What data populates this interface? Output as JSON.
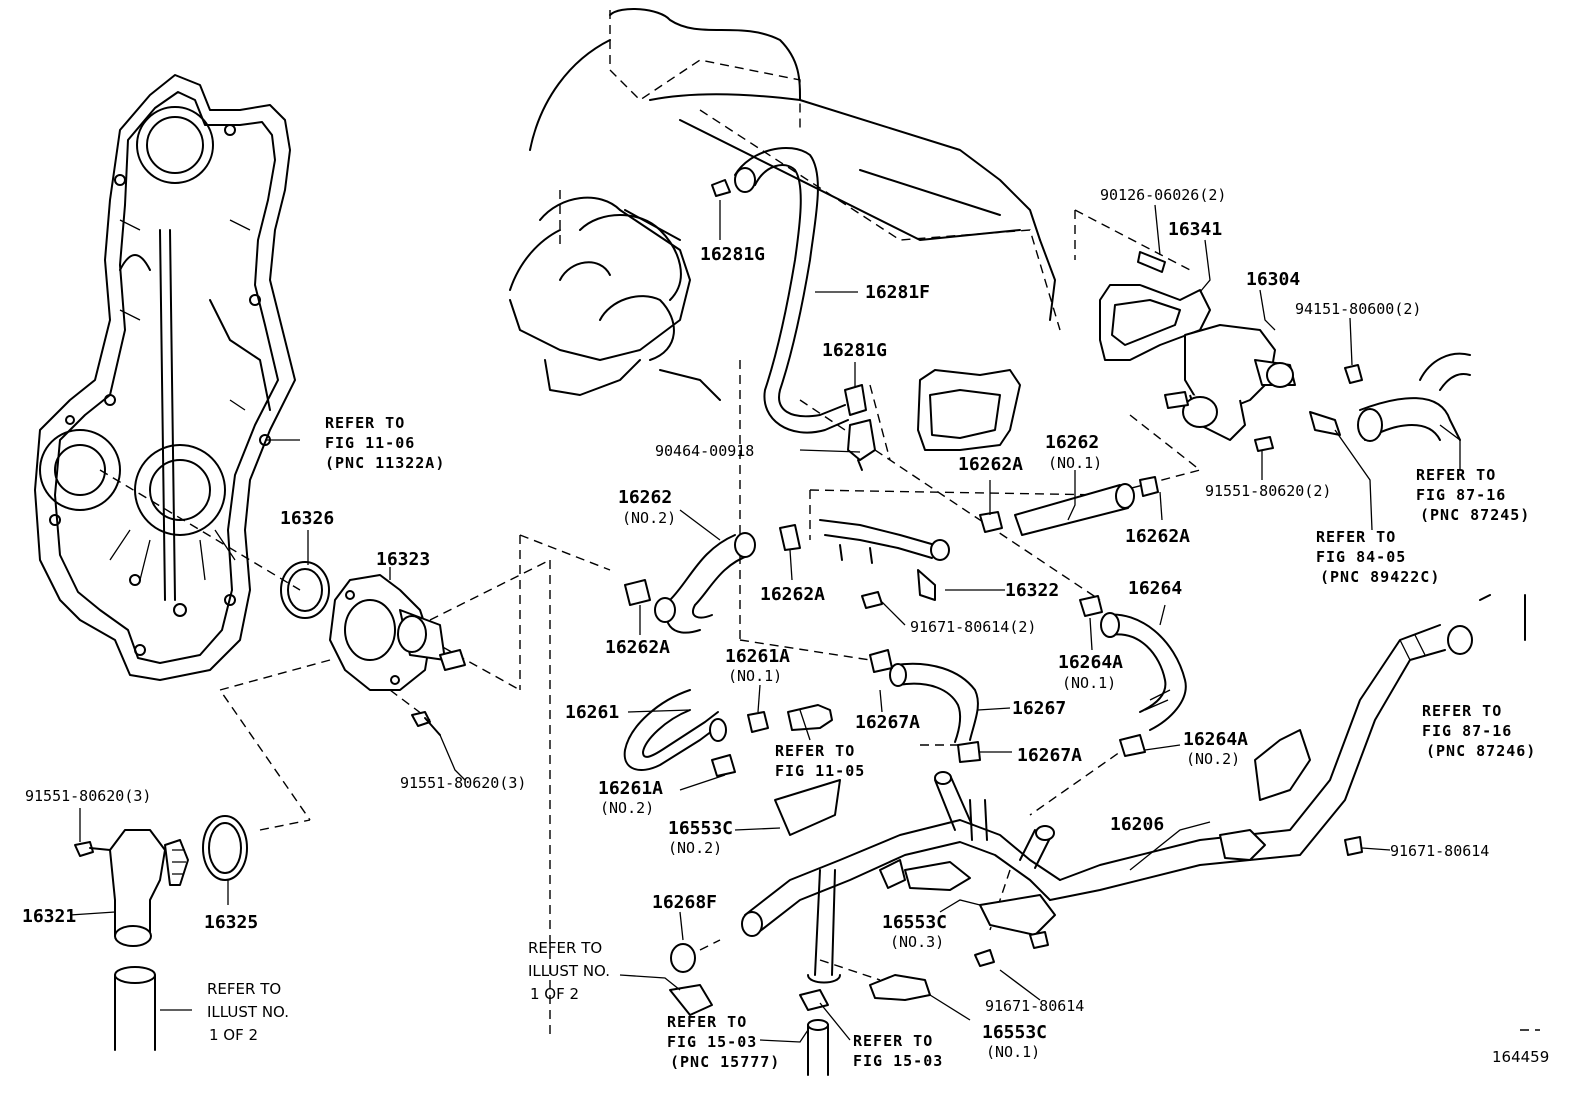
{
  "figure_id": "164459",
  "parts": {
    "p90126": "90126-06026(2)",
    "p16341": "16341",
    "p16304": "16304",
    "p94151": "94151-80600(2)",
    "p16281G_top": "16281G",
    "p16281F": "16281F",
    "p16281G_mid": "16281G",
    "p90464": "90464-00918",
    "p16262_no1": "16262",
    "p16262_no1_sub": "(NO.1)",
    "p16262A_a": "16262A",
    "p16262A_b": "16262A",
    "p91551_2": "91551-80620(2)",
    "p16262_no2": "16262",
    "p16262_no2_sub": "(NO.2)",
    "p16262A_c": "16262A",
    "p16262A_d": "16262A",
    "p16322": "16322",
    "p91671_2": "91671-80614(2)",
    "p16264": "16264",
    "p16264A_no1": "16264A",
    "p16264A_no1_sub": "(NO.1)",
    "p16326": "16326",
    "p16323": "16323",
    "p16261A_no1": "16261A",
    "p16261A_no1_sub": "(NO.1)",
    "p16261": "16261",
    "p16267": "16267",
    "p16267A_a": "16267A",
    "p16267A_b": "16267A",
    "p16264A_no2": "16264A",
    "p16264A_no2_sub": "(NO.2)",
    "p16261A_no2": "16261A",
    "p16261A_no2_sub": "(NO.2)",
    "p91551_3a": "91551-80620(3)",
    "p91551_3b": "91551-80620(3)",
    "p16206": "16206",
    "p91671_a": "91671-80614",
    "p16553C_no2": "16553C",
    "p16553C_no2_sub": "(NO.2)",
    "p16321": "16321",
    "p16325": "16325",
    "p16268F": "16268F",
    "p16553C_no3": "16553C",
    "p16553C_no3_sub": "(NO.3)",
    "p91671_b": "91671-80614",
    "p16553C_no1": "16553C",
    "p16553C_no1_sub": "(NO.1)"
  },
  "references": {
    "fig1106": [
      "REFER TO",
      "FIG 11-06",
      "(PNC 11322A)"
    ],
    "fig8716a": [
      "REFER TO",
      "FIG 87-16",
      "(PNC 87245)"
    ],
    "fig8405": [
      "REFER TO",
      "FIG 84-05",
      "(PNC 89422C)"
    ],
    "fig8716b": [
      "REFER TO",
      "FIG 87-16",
      "(PNC 87246)"
    ],
    "fig1105": [
      "REFER TO",
      "FIG 11-05"
    ],
    "illust_mid": [
      "REFER TO",
      "ILLUST NO.",
      "1 OF 2"
    ],
    "illust_left": [
      "REFER TO",
      "ILLUST NO.",
      "1 OF 2"
    ],
    "fig1503a": [
      "REFER TO",
      "FIG 15-03",
      "(PNC 15777)"
    ],
    "fig1503b": [
      "REFER TO",
      "FIG 15-03"
    ]
  }
}
